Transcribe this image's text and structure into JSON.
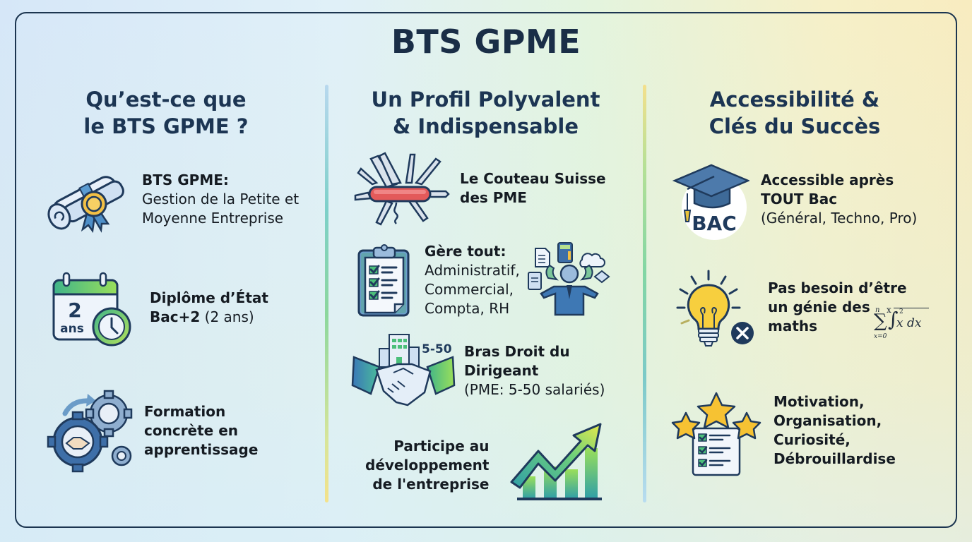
{
  "title": "BTS GPME",
  "colors": {
    "heading": "#1c3553",
    "border": "#1c3550",
    "text": "#151b22",
    "accent_blue": "#3f78b0",
    "accent_green": "#4cbf7a",
    "accent_yellow": "#f2c230",
    "accent_red": "#e0474a"
  },
  "columns": [
    {
      "heading_line1": "Qu’est-ce que",
      "heading_line2": "le BTS GPME ?",
      "items": [
        {
          "icon": "diploma-scroll-icon",
          "bold": "BTS GPME:",
          "normal_line1": "Gestion de la Petite et",
          "normal_line2": "Moyenne Entreprise"
        },
        {
          "icon": "calendar-clock-icon",
          "icon_number": "2",
          "icon_unit": "ans",
          "bold_line1": "Diplôme d’État",
          "bold_line2": "Bac+2",
          "normal_inline": " (2 ans)"
        },
        {
          "icon": "gears-handshake-icon",
          "bold_line1": "Formation",
          "bold_line2": "concrète en",
          "bold_line3": "apprentissage"
        }
      ]
    },
    {
      "heading_line1": "Un Profil Polyvalent",
      "heading_line2": "& Indispensable",
      "items": [
        {
          "icon": "swiss-army-knife-icon",
          "bold_line1": "Le Couteau Suisse",
          "bold_line2": "des PME"
        },
        {
          "icon": "clipboard-checklist-icon",
          "bold": "Gère tout:",
          "normal_line1": "Administratif,",
          "normal_line2": "Commercial,",
          "normal_line3": "Compta, RH",
          "icon_right": "multitasking-person-icon"
        },
        {
          "icon": "handshake-building-icon",
          "icon_label": "5-50",
          "bold_line1": "Bras Droit du",
          "bold_line2": "Dirigeant",
          "normal_line1": "(PME: 5-50 salariés)"
        },
        {
          "icon": "growth-chart-arrow-icon",
          "bold_line1": "Participe au",
          "bold_line2": "développement",
          "bold_line3": "de l'entreprise"
        }
      ]
    },
    {
      "heading_line1": "Accessibilité &",
      "heading_line2": "Clés du Succès",
      "items": [
        {
          "icon": "graduation-cap-bac-icon",
          "icon_label": "BAC",
          "bold_line1": "Accessible après",
          "bold_line2": "TOUT Bac",
          "normal_line1": "(Général, Techno, Pro)"
        },
        {
          "icon": "lightbulb-x-icon",
          "bold_line1": "Pas besoin d’être",
          "bold_line2": "un génie des",
          "bold_line3": "maths",
          "math": {
            "sum": "∑",
            "upper": "n",
            "lower": "x=0",
            "integral": "∫",
            "int_upper": "x",
            "body": "x dx",
            "exponent": "2"
          }
        },
        {
          "icon": "stars-checklist-icon",
          "bold_line1": "Motivation,",
          "bold_line2": "Organisation,",
          "bold_line3": "Curiosité,",
          "bold_line4": "Débrouillardise"
        }
      ]
    }
  ]
}
